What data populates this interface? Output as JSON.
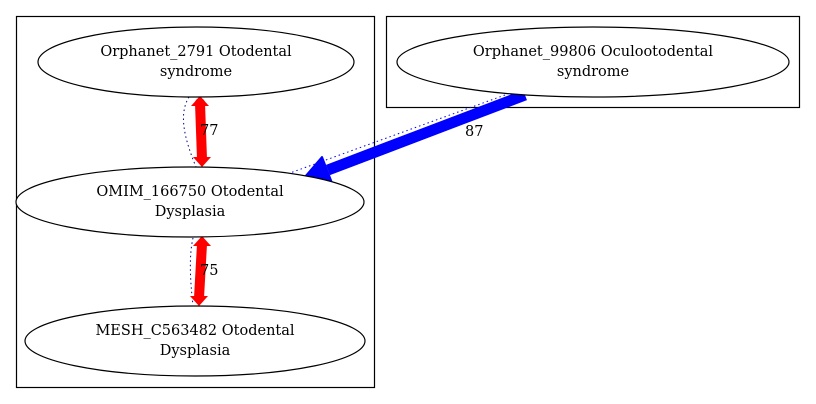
{
  "colors": {
    "background": "#ffffff",
    "stroke": "#000000",
    "red_edge": "#ff0000",
    "blue_edge": "#0000ff",
    "dotted_edge": "#00008b"
  },
  "nodes": {
    "orphanet_2791": {
      "line1": "Orphanet_2791 Otodental",
      "line2": "syndrome"
    },
    "omim_166750": {
      "line1": "OMIM_166750 Otodental",
      "line2": "Dysplasia"
    },
    "mesh_c563482": {
      "line1": "MESH_C563482 Otodental",
      "line2": "Dysplasia"
    },
    "orphanet_99806": {
      "line1": "Orphanet_99806 Oculootodental",
      "line2": "syndrome"
    }
  },
  "edges": {
    "orphanet_2791_omim_166750": {
      "label": "77"
    },
    "omim_166750_mesh_c563482": {
      "label": "75"
    },
    "orphanet_99806_omim_166750": {
      "label": "87"
    }
  }
}
